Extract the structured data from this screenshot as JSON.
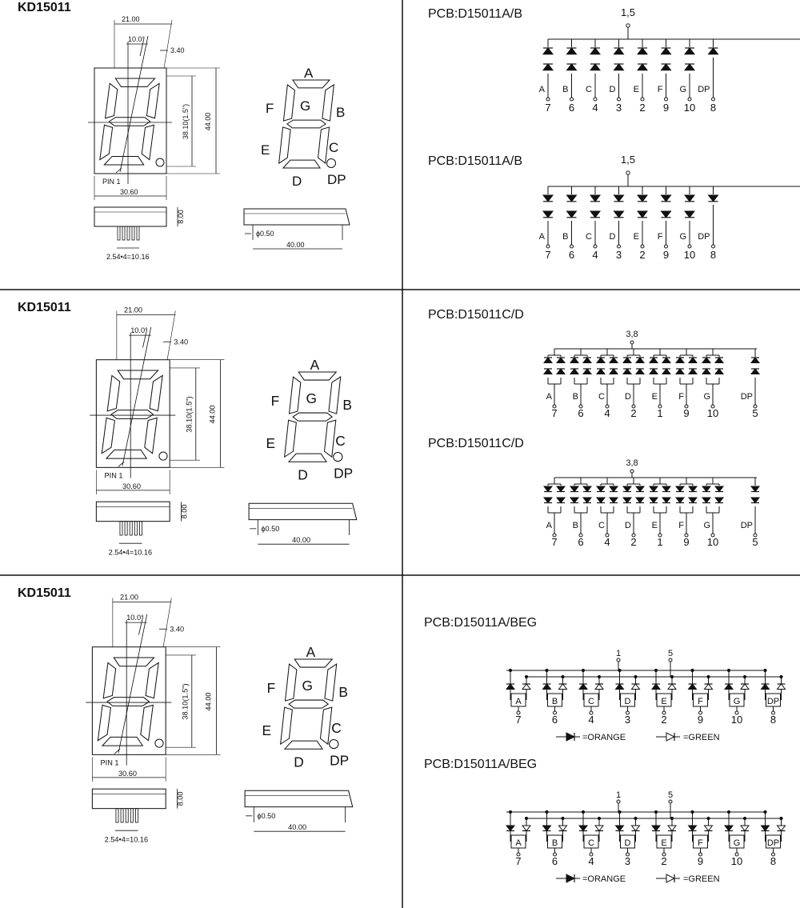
{
  "panels": [
    {
      "title": "KD15011",
      "dims": {
        "w_top": "21.00",
        "slant": "10.0°",
        "lead": "3.40",
        "digit_h": "38.10(1.5\")",
        "body_h": "44.00",
        "pin1": "PIN 1",
        "body_w": "30.60",
        "thick": "8.00",
        "pitch": "2.54•4=10.16",
        "pin_d": "ϕ0.50",
        "side_len": "40.00"
      },
      "segments": {
        "A": "A",
        "B": "B",
        "C": "C",
        "D": "D",
        "E": "E",
        "F": "F",
        "G": "G",
        "DP": "DP"
      },
      "schematics": [
        {
          "heading": "PCB:D15011A/B",
          "mode": "ca",
          "common": "1,5",
          "labels": [
            "A",
            "B",
            "C",
            "D",
            "E",
            "F",
            "G",
            "DP"
          ],
          "pins": [
            "7",
            "6",
            "4",
            "3",
            "2",
            "9",
            "10",
            "8"
          ]
        },
        {
          "heading": "PCB:D15011A/B",
          "mode": "cc",
          "common": "1,5",
          "labels": [
            "A",
            "B",
            "C",
            "D",
            "E",
            "F",
            "G",
            "DP"
          ],
          "pins": [
            "7",
            "6",
            "4",
            "3",
            "2",
            "9",
            "10",
            "8"
          ]
        }
      ]
    },
    {
      "title": "KD15011",
      "dims": {
        "w_top": "21.00",
        "slant": "10.0°",
        "lead": "3.40",
        "digit_h": "38.10(1.5\")",
        "body_h": "44.00",
        "pin1": "PIN 1",
        "body_w": "30.60",
        "thick": "8.00",
        "pitch": "2.54•4=10.16",
        "pin_d": "ϕ0.50",
        "side_len": "40.00"
      },
      "segments": {
        "A": "A",
        "B": "B",
        "C": "C",
        "D": "D",
        "E": "E",
        "F": "F",
        "G": "G",
        "DP": "DP"
      },
      "schematics": [
        {
          "heading": "PCB:D15011C/D",
          "mode": "ca2",
          "common": "3,8",
          "labels": [
            "A",
            "B",
            "C",
            "D",
            "E",
            "F",
            "G",
            "DP"
          ],
          "pins": [
            "7",
            "6",
            "4",
            "2",
            "1",
            "9",
            "10",
            "5"
          ]
        },
        {
          "heading": "PCB:D15011C/D",
          "mode": "cc2",
          "common": "3,8",
          "labels": [
            "A",
            "B",
            "C",
            "D",
            "E",
            "F",
            "G",
            "DP"
          ],
          "pins": [
            "7",
            "6",
            "4",
            "2",
            "1",
            "9",
            "10",
            "5"
          ]
        }
      ]
    },
    {
      "title": "KD15011",
      "dims": {
        "w_top": "21.00",
        "slant": "10.0°",
        "lead": "3.40",
        "digit_h": "38.10(1.5\")",
        "body_h": "44.00",
        "pin1": "PIN 1",
        "body_w": "30.60",
        "thick": "8.00",
        "pitch": "2.54•4=10.16",
        "pin_d": "ϕ0.50",
        "side_len": "40.00"
      },
      "segments": {
        "A": "A",
        "B": "B",
        "C": "C",
        "D": "D",
        "E": "E",
        "F": "F",
        "G": "G",
        "DP": "DP"
      },
      "schematics": [
        {
          "heading": "PCB:D15011A/BEG",
          "mode": "beg_ca",
          "commons": [
            "1",
            "5"
          ],
          "labels": [
            "A",
            "B",
            "C",
            "D",
            "E",
            "F",
            "G",
            "DP"
          ],
          "pins": [
            "7",
            "6",
            "4",
            "3",
            "2",
            "9",
            "10",
            "8"
          ],
          "legend": {
            "orange": "=ORANGE",
            "green": "=GREEN"
          }
        },
        {
          "heading": "PCB:D15011A/BEG",
          "mode": "beg_cc",
          "commons": [
            "1",
            "5"
          ],
          "labels": [
            "A",
            "B",
            "C",
            "D",
            "E",
            "F",
            "G",
            "DP"
          ],
          "pins": [
            "7",
            "6",
            "4",
            "3",
            "2",
            "9",
            "10",
            "8"
          ],
          "legend": {
            "orange": "=ORANGE",
            "green": "=GREEN"
          }
        }
      ]
    }
  ]
}
